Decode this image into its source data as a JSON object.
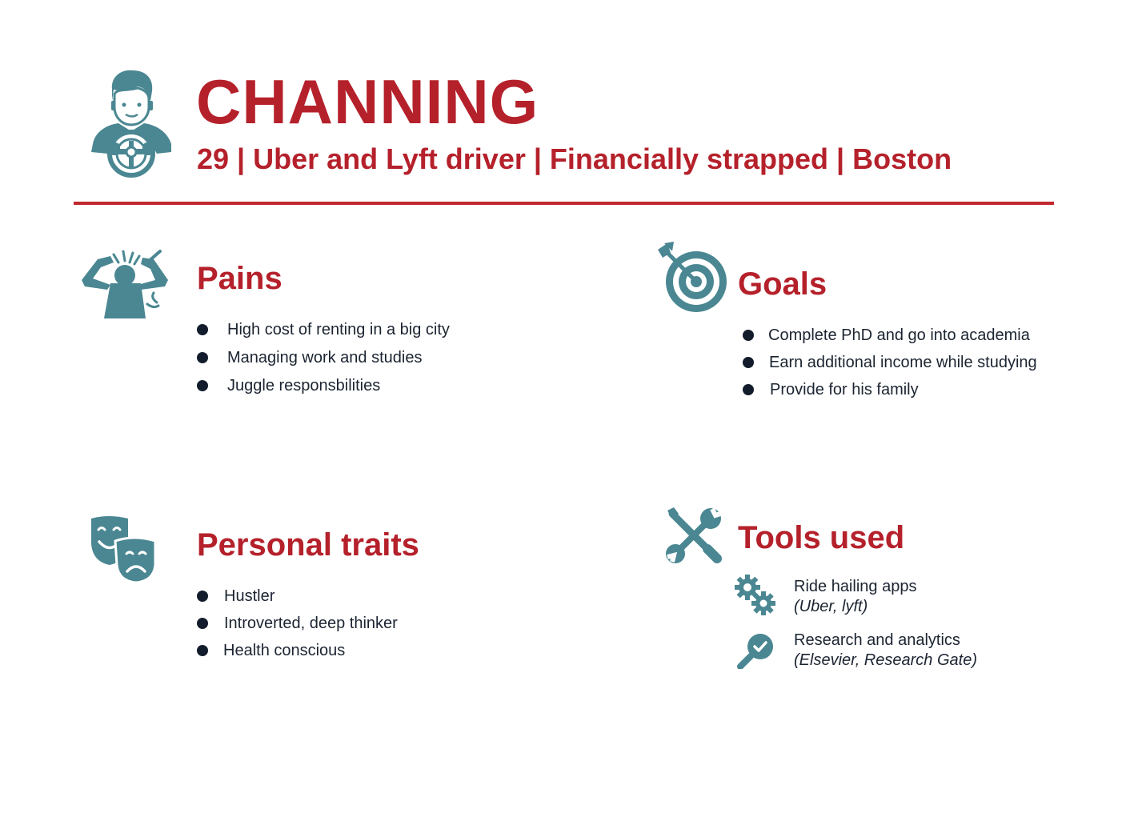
{
  "persona": {
    "name": "CHANNING",
    "subtitle": "29 | Uber and Lyft driver | Financially strapped | Boston"
  },
  "pains": {
    "title": "Pains",
    "icon": "frustrated-person-icon",
    "items": [
      "High cost of renting in a big city",
      "Managing work and studies",
      "Juggle responsbilities"
    ]
  },
  "goals": {
    "title": "Goals",
    "icon": "target-arrow-icon",
    "items": [
      "Complete PhD and go into academia",
      "Earn additional income while studying",
      "Provide for his family"
    ]
  },
  "traits": {
    "title": "Personal traits",
    "icon": "theater-masks-icon",
    "items": [
      "Hustler",
      "Introverted, deep thinker",
      "Health conscious"
    ]
  },
  "tools": {
    "title": "Tools used",
    "icon": "wrench-screwdriver-icon",
    "items": [
      {
        "name": "Ride hailing apps",
        "detail": "(Uber, lyft)",
        "icon": "gears-icon"
      },
      {
        "name": "Research and analytics",
        "detail": "(Elsevier, Research Gate)",
        "icon": "magnifier-check-icon"
      }
    ]
  },
  "colors": {
    "accent": "#b5212b",
    "icon": "#4a8792",
    "text": "#1b2431"
  }
}
